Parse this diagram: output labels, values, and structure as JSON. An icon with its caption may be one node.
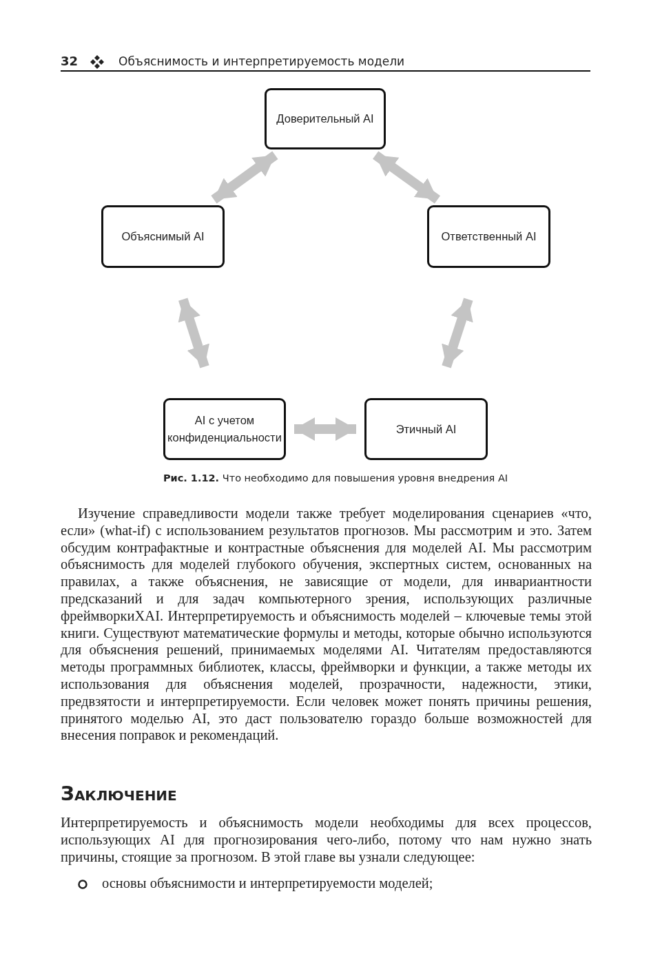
{
  "diagram": {
    "caption": "**Рис. 1.12.** Что необходимо для повышения уровня внедрения AI",
    "nodes": [
      {
        "text": [
          "Доверительный AI"
        ]
      },
      {
        "text": [
          "Объяснимый AI"
        ]
      },
      {
        "text": [
          "Ответственный AI"
        ]
      },
      {
        "text": [
          "AI с учетом конфиденциальности"
        ]
      },
      {
        "text": [
          "Этичный AI"
        ]
      }
    ],
    "edges": [
      {
        "from": 0,
        "to": 1,
        "arrow": "both"
      },
      {
        "from": 0,
        "to": 2,
        "arrow": "both"
      },
      {
        "from": 1,
        "to": 3,
        "arrow": "both"
      },
      {
        "from": 2,
        "to": 4,
        "arrow": "both"
      },
      {
        "from": 3,
        "to": 4,
        "arrow": "both"
      }
    ],
    "labels": [
      "32",
      "Объяснимость и интерпретируемость модели",
      "Изучение справедливости модели также требует моделирования сценариев «что, если» (what-if) с использованием результатов прогнозов. Мы рассмотрим и это. Затем обсудим контрафактные и контрастные объяснения для моделей AI. Мы рассмотрим объяснимость для моделей глубокого обучения, экспертных систем, основанных на правилах, а также объяснения, не зависящие от модели, для инвариантности предсказаний и для задач компьютерного зрения, использующих различные фреймворкиXAI. Интерпретируемость и объяснимость моделей – ключевые темы этой книги. Существуют математические формулы и методы, которые обычно используются для объяснения решений, принимаемых моделями AI. Читателям предоставляются методы программных библиотек, классы, фреймворки и функции, а также методы их использования для объяснения моделей, прозрачности, надежности, этики, предвзятости и интерпретируемости. Если человек может понять причины решения, принятого моделью AI, это даст пользователю гораздо больше возможностей для внесения поправок и рекомендаций.",
      "Заключение",
      "Интерпретируемость и объяснимость модели необходимы для всех процессов, использующих AI для прогнозирования чего-либо, потому что нам нужно знать причины, стоящие за прогнозом. В этой главе вы узнали следующее:",
      "основы объяснимости и интерпретируемости моделей;"
    ]
  }
}
